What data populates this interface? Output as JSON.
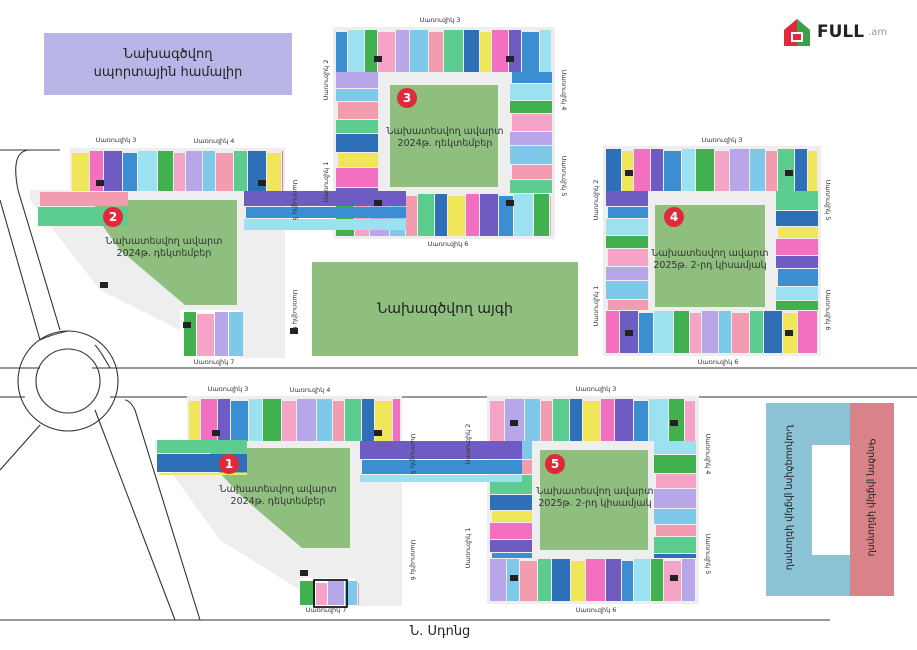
{
  "logo": {
    "brand": "FULL",
    "domain": ".am"
  },
  "sports_hall": "Նախագծվող\nսպորտային համալիր",
  "park": "Նախագծվող այգի",
  "street": "Ն. Սդոնց",
  "school_planned": "Նախագծվող լիցեյի կենտրոն",
  "school_existing": "Գործող լիցեյի կենտրոն",
  "blocks": [
    {
      "number": "1",
      "court": "Նախատեսվող ավարտ\n2024թ. դեկտեմբեր"
    },
    {
      "number": "2",
      "court": "Նախատեսվող ավարտ\n2024թ. դեկտեմբեր"
    },
    {
      "number": "3",
      "court": "Նախատեսվող ավարտ\n2024թ. դեկտեմբեր"
    },
    {
      "number": "4",
      "court": "Նախատեսվող ավարտ\n2025թ. 2-րդ կիսամյակ"
    },
    {
      "number": "5",
      "court": "Նախատեսվող ավարտ\n2025թ. 2-րդ կիսամյակ"
    }
  ],
  "building_labels": {
    "b1": "Սառուզիկ 1",
    "b2": "Սառուզիկ 2",
    "b3": "Սառուզիկ 3",
    "b4": "Սառուզիկ 4",
    "b5": "Սառուզիկ 5",
    "b6": "Սառուզիկ 6",
    "b7": "Սառուզիկ 7"
  },
  "colors": {
    "court": "#8fbf7f",
    "road": "#333333",
    "sports": "#b9b5e6",
    "planned_school": "#8dc3d6",
    "existing_school": "#d98389",
    "badge": "#e2283b"
  }
}
